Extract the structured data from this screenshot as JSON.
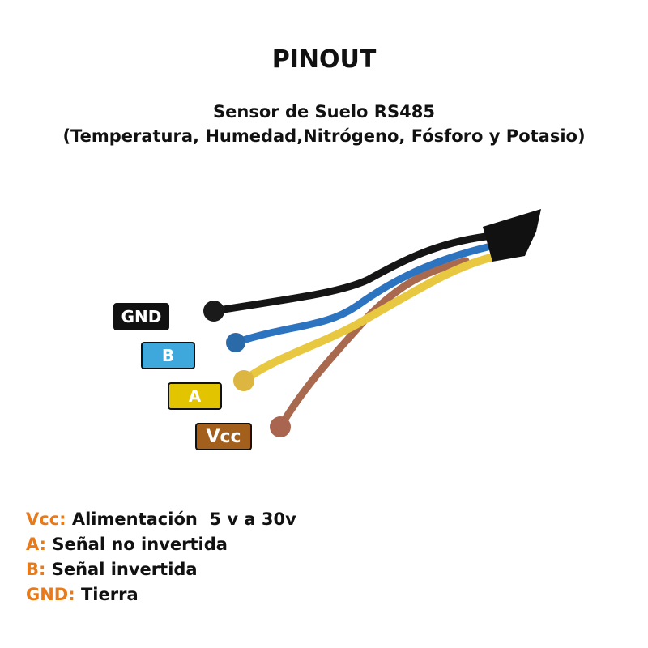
{
  "title": "PINOUT",
  "subtitle_line1": "Sensor de Suelo RS485",
  "subtitle_line2": "(Temperatura, Humedad,Nitrógeno, Fósforo y Potasio)",
  "tags": {
    "gnd": "GND",
    "b": "B",
    "a": "A",
    "vcc": "Vcc"
  },
  "colors": {
    "gnd": "#111111",
    "b": "#3ea8dc",
    "a": "#e2c400",
    "vcc": "#a35f1c",
    "accent": "#e87a1a"
  },
  "legend": [
    {
      "key": "Vcc:",
      "text": "Alimentación  5 v a 30v"
    },
    {
      "key": "A:",
      "text": "Señal no invertida"
    },
    {
      "key": "B:",
      "text": "Señal invertida"
    },
    {
      "key": "GND:",
      "text": "Tierra"
    }
  ]
}
